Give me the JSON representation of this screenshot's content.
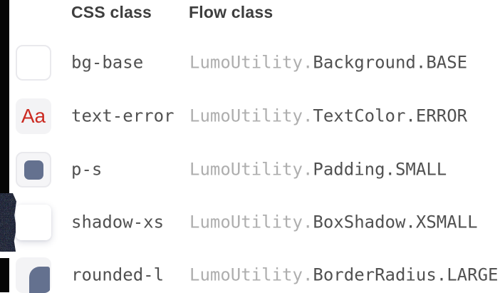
{
  "table": {
    "columns": [
      {
        "label": "CSS class"
      },
      {
        "label": "Flow class"
      }
    ],
    "rows": [
      {
        "icon": "background-base-swatch-icon",
        "css_class": "bg-base",
        "flow_prefix": "LumoUtility.",
        "flow_rest": "Background.BASE"
      },
      {
        "icon": "text-color-sample-icon",
        "icon_text": "Aa",
        "css_class": "text-error",
        "flow_prefix": "LumoUtility.",
        "flow_rest": "TextColor.ERROR"
      },
      {
        "icon": "padding-swatch-icon",
        "css_class": "p-s",
        "flow_prefix": "LumoUtility.",
        "flow_rest": "Padding.SMALL"
      },
      {
        "icon": "box-shadow-swatch-icon",
        "css_class": "shadow-xs",
        "flow_prefix": "LumoUtility.",
        "flow_rest": "BoxShadow.XSMALL"
      },
      {
        "icon": "border-radius-swatch-icon",
        "css_class": "rounded-l",
        "flow_prefix": "LumoUtility.",
        "flow_rest": "BorderRadius.LARGE"
      }
    ]
  },
  "colors": {
    "error-red": "#cb2a21",
    "swatch-slate": "#64718f",
    "code-dark": "#515151",
    "code-dim": "#aeaeae",
    "header-text": "#3e3e3e",
    "tile-bg": "#f3f3f5",
    "tile-border": "#e9e9ed"
  }
}
